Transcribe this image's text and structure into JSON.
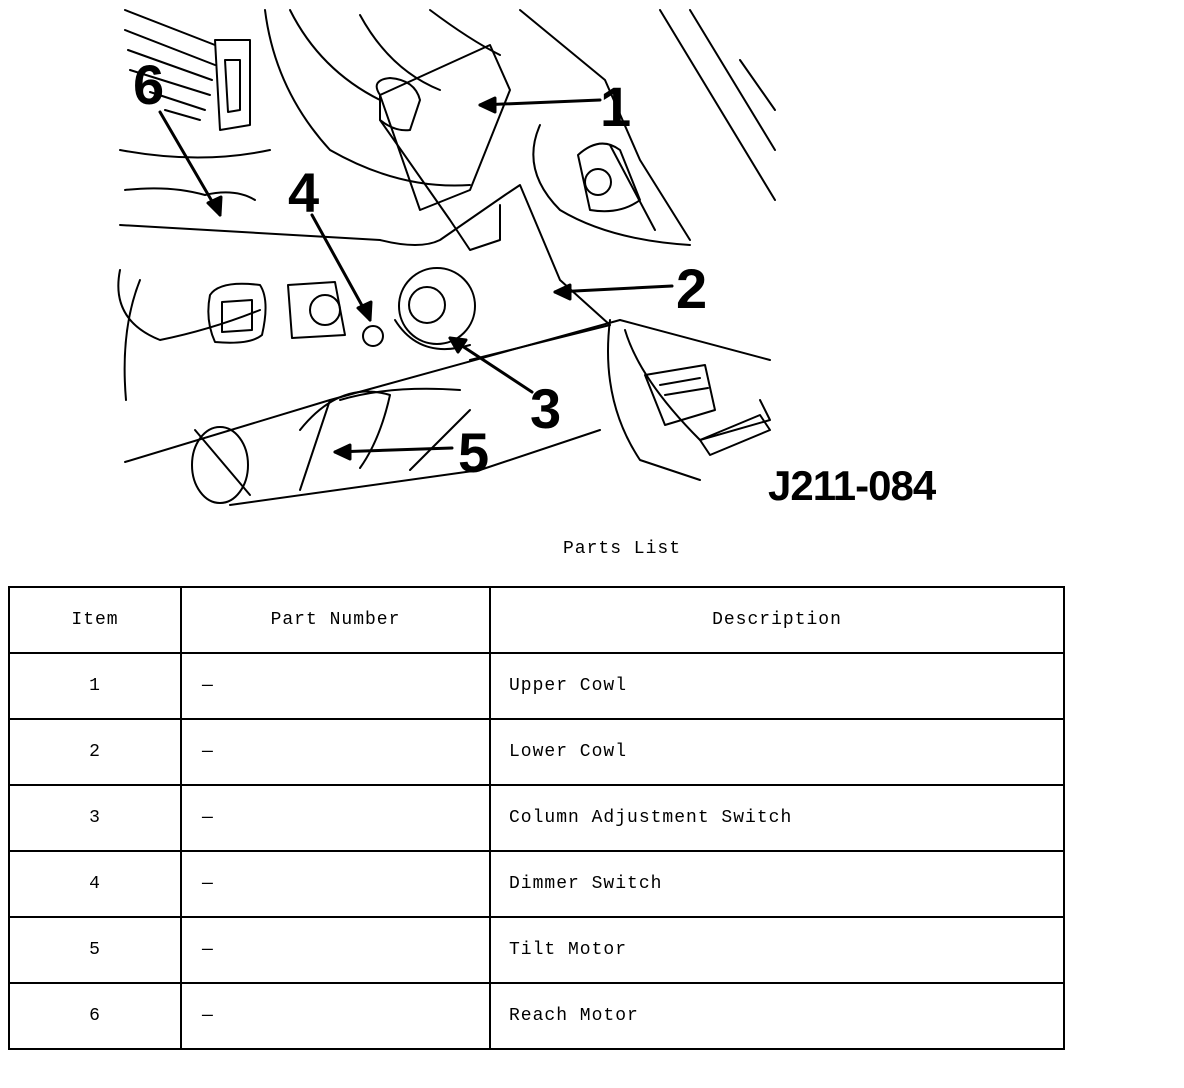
{
  "figure": {
    "id": "J211-084",
    "callouts": [
      "1",
      "2",
      "3",
      "4",
      "5",
      "6"
    ]
  },
  "parts_list": {
    "title": "Parts List",
    "columns": [
      "Item",
      "Part Number",
      "Description"
    ],
    "rows": [
      {
        "item": "1",
        "part_number": "—",
        "description": "Upper Cowl"
      },
      {
        "item": "2",
        "part_number": "—",
        "description": "Lower Cowl"
      },
      {
        "item": "3",
        "part_number": "—",
        "description": "Column Adjustment Switch"
      },
      {
        "item": "4",
        "part_number": "—",
        "description": "Dimmer Switch"
      },
      {
        "item": "5",
        "part_number": "—",
        "description": "Tilt Motor"
      },
      {
        "item": "6",
        "part_number": "—",
        "description": "Reach Motor"
      }
    ]
  }
}
